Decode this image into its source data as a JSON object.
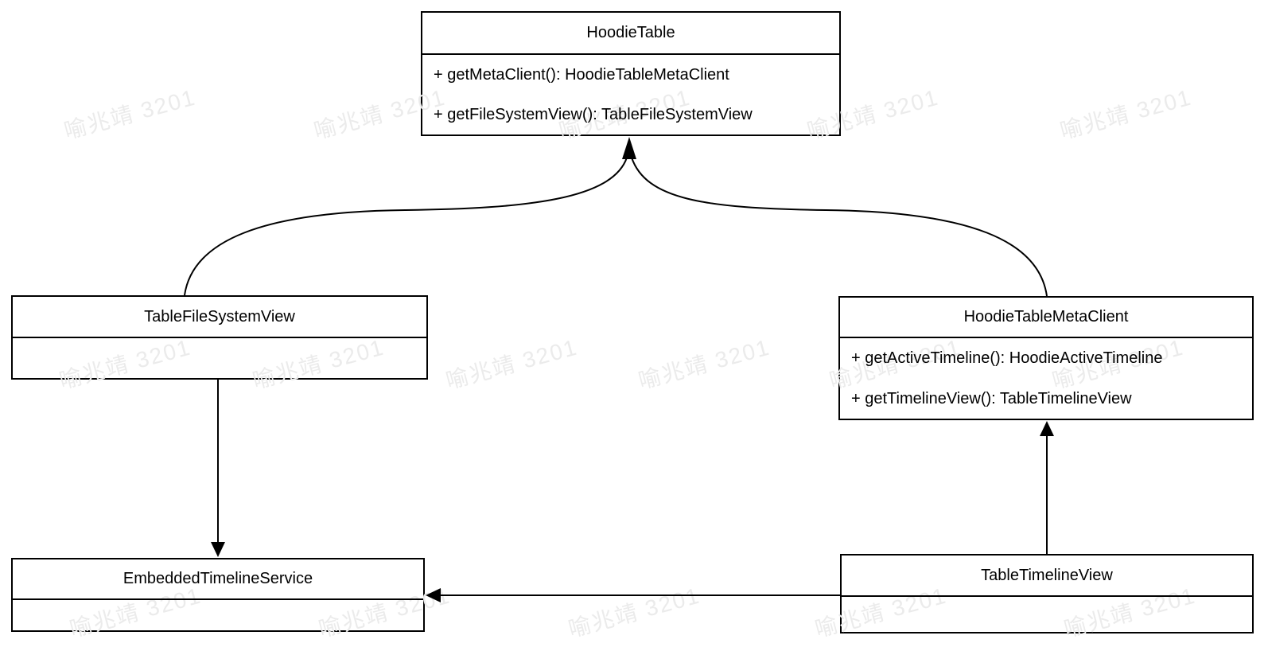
{
  "diagram": {
    "watermark": {
      "text": "喻兆靖 3201",
      "color": "#ebebeb"
    },
    "classes": [
      {
        "name": "HoodieTable",
        "methods": [
          "+ getMetaClient(): HoodieTableMetaClient",
          "+ getFileSystemView(): TableFileSystemView"
        ]
      },
      {
        "name": "TableFileSystemView",
        "methods": []
      },
      {
        "name": "HoodieTableMetaClient",
        "methods": [
          "+ getActiveTimeline(): HoodieActiveTimeline",
          "+ getTimelineView(): TableTimelineView"
        ]
      },
      {
        "name": "EmbeddedTimelineService",
        "methods": []
      },
      {
        "name": "TableTimelineView",
        "methods": []
      }
    ],
    "relations": [
      {
        "from": "TableFileSystemView",
        "to": "HoodieTable",
        "style": "curved-arrow"
      },
      {
        "from": "HoodieTableMetaClient",
        "to": "HoodieTable",
        "style": "curved-arrow"
      },
      {
        "from": "TableFileSystemView",
        "to": "EmbeddedTimelineService",
        "style": "straight-arrow"
      },
      {
        "from": "TableTimelineView",
        "to": "HoodieTableMetaClient",
        "style": "straight-arrow"
      },
      {
        "from": "TableTimelineView",
        "to": "EmbeddedTimelineService",
        "style": "straight-arrow"
      }
    ]
  }
}
